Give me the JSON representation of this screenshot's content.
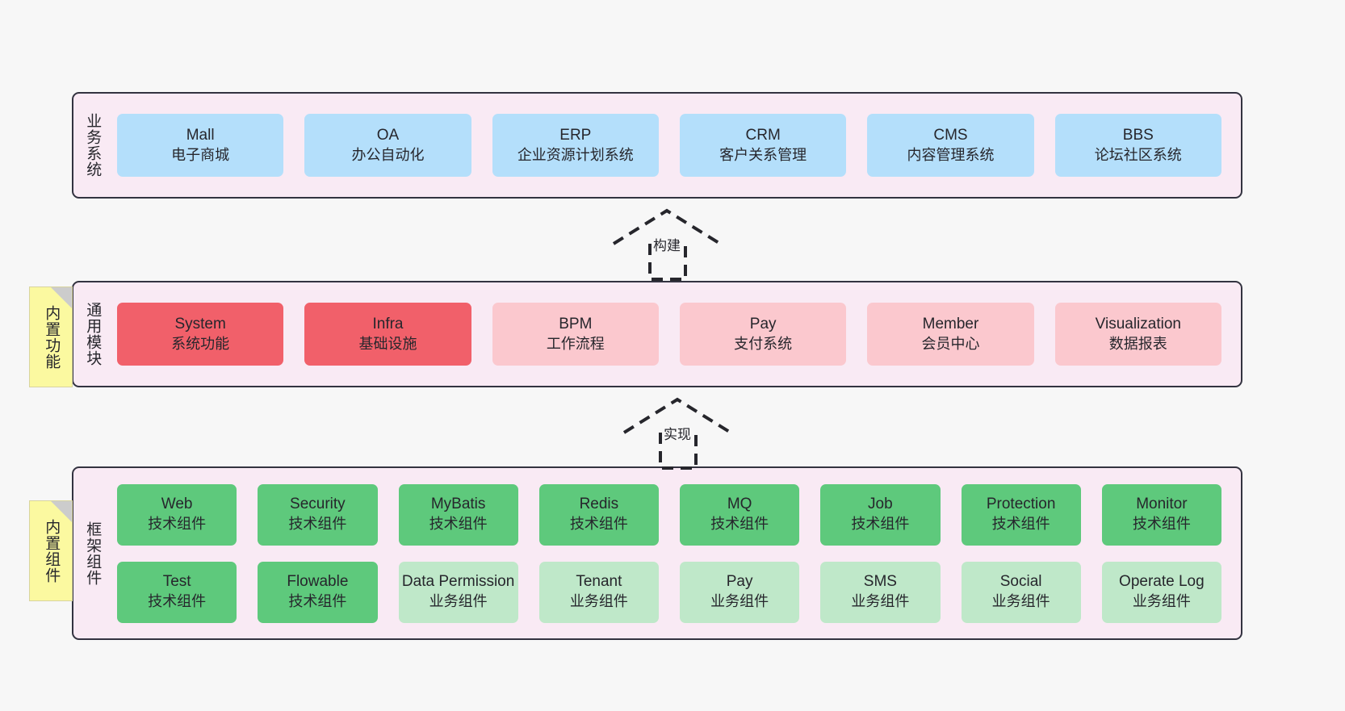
{
  "diagram": {
    "background_color": "#f7f7f7",
    "layer_fill": "#f9eaf4",
    "layer_border": "#333340"
  },
  "layers": [
    {
      "id": "business",
      "title": "业务系统",
      "card_color": "#b4dffb",
      "cards": [
        {
          "en": "Mall",
          "cn": "电子商城"
        },
        {
          "en": "OA",
          "cn": "办公自动化"
        },
        {
          "en": "ERP",
          "cn": "企业资源计划系统"
        },
        {
          "en": "CRM",
          "cn": "客户关系管理"
        },
        {
          "en": "CMS",
          "cn": "内容管理系统"
        },
        {
          "en": "BBS",
          "cn": "论坛社区系统"
        }
      ]
    },
    {
      "id": "modules",
      "title": "通用模块",
      "note": "内置功能",
      "cards": [
        {
          "en": "System",
          "cn": "系统功能",
          "color": "#f1606a"
        },
        {
          "en": "Infra",
          "cn": "基础设施",
          "color": "#f1606a"
        },
        {
          "en": "BPM",
          "cn": "工作流程",
          "color": "#fbc8ce"
        },
        {
          "en": "Pay",
          "cn": "支付系统",
          "color": "#fbc8ce"
        },
        {
          "en": "Member",
          "cn": "会员中心",
          "color": "#fbc8ce"
        },
        {
          "en": "Visualization",
          "cn": "数据报表",
          "color": "#fbc8ce"
        }
      ]
    },
    {
      "id": "framework",
      "title": "框架组件",
      "note": "内置组件",
      "row1": [
        {
          "en": "Web",
          "cn": "技术组件",
          "color": "#5ec97c"
        },
        {
          "en": "Security",
          "cn": "技术组件",
          "color": "#5ec97c"
        },
        {
          "en": "MyBatis",
          "cn": "技术组件",
          "color": "#5ec97c"
        },
        {
          "en": "Redis",
          "cn": "技术组件",
          "color": "#5ec97c"
        },
        {
          "en": "MQ",
          "cn": "技术组件",
          "color": "#5ec97c"
        },
        {
          "en": "Job",
          "cn": "技术组件",
          "color": "#5ec97c"
        },
        {
          "en": "Protection",
          "cn": "技术组件",
          "color": "#5ec97c"
        },
        {
          "en": "Monitor",
          "cn": "技术组件",
          "color": "#5ec97c"
        }
      ],
      "row2": [
        {
          "en": "Test",
          "cn": "技术组件",
          "color": "#5ec97c"
        },
        {
          "en": "Flowable",
          "cn": "技术组件",
          "color": "#5ec97c"
        },
        {
          "en": "Data Permission",
          "cn": "业务组件",
          "color": "#bfe8c9"
        },
        {
          "en": "Tenant",
          "cn": "业务组件",
          "color": "#bfe8c9"
        },
        {
          "en": "Pay",
          "cn": "业务组件",
          "color": "#bfe8c9"
        },
        {
          "en": "SMS",
          "cn": "业务组件",
          "color": "#bfe8c9"
        },
        {
          "en": "Social",
          "cn": "业务组件",
          "color": "#bfe8c9"
        },
        {
          "en": "Operate Log",
          "cn": "业务组件",
          "color": "#bfe8c9"
        }
      ]
    }
  ],
  "arrows": [
    {
      "id": "build",
      "label": "构建"
    },
    {
      "id": "implement",
      "label": "实现"
    }
  ]
}
